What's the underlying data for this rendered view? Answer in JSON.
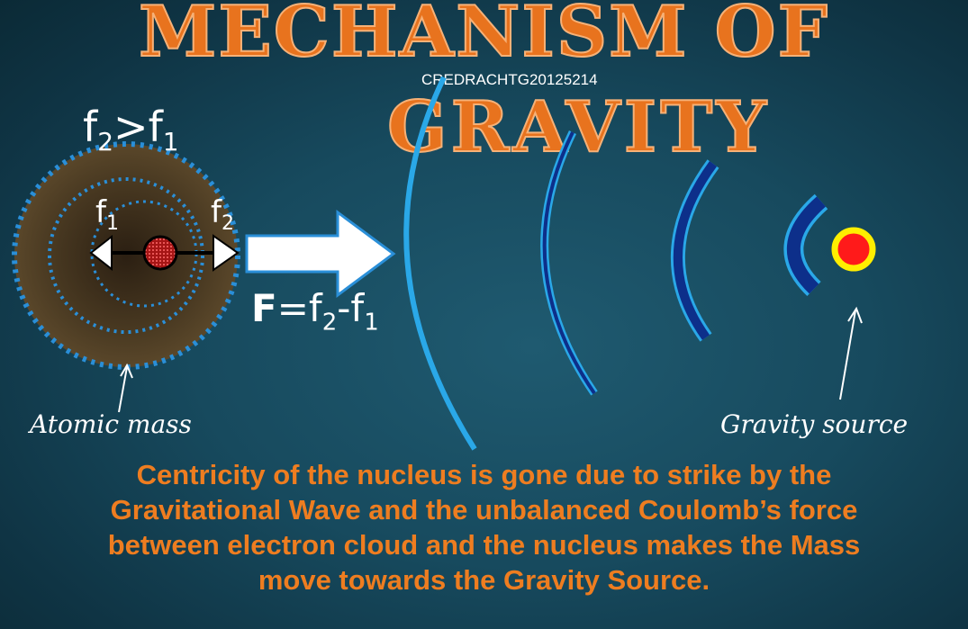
{
  "title": {
    "line1": "MECHANISM OF",
    "line2": "GRAVITY"
  },
  "watermark": "CREDRACHTG20125214",
  "formulas": {
    "condition": {
      "left": "f",
      "left_sub": "2",
      "op": ">",
      "right": "f",
      "right_sub": "1"
    },
    "f1": {
      "base": "f",
      "sub": "1"
    },
    "f2": {
      "base": "f",
      "sub": "2"
    },
    "force": {
      "bold": "F",
      "eq": "=",
      "a": "f",
      "a_sub": "2",
      "minus": "-",
      "b": "f",
      "b_sub": "1"
    }
  },
  "labels": {
    "atomic_mass": "Atomic mass",
    "gravity_source": "Gravity source"
  },
  "caption": {
    "line1": "Centricity of the nucleus is  gone due to strike by the",
    "line2": "Gravitational Wave and the unbalanced Coulomb’s force",
    "line3": "between electron cloud and the nucleus makes the Mass",
    "line4": "move towards the Gravity Source."
  },
  "colors": {
    "title_orange": "#e8731e",
    "caption_orange": "#ee7d20",
    "wave_blue": "#2aa8e8",
    "wave_dark": "#0d2f8a",
    "source_red": "#ff1a1a",
    "source_ring": "#ffee00",
    "orbit_blue": "#2a8fd8",
    "nucleus_red": "#cc1f1f"
  }
}
